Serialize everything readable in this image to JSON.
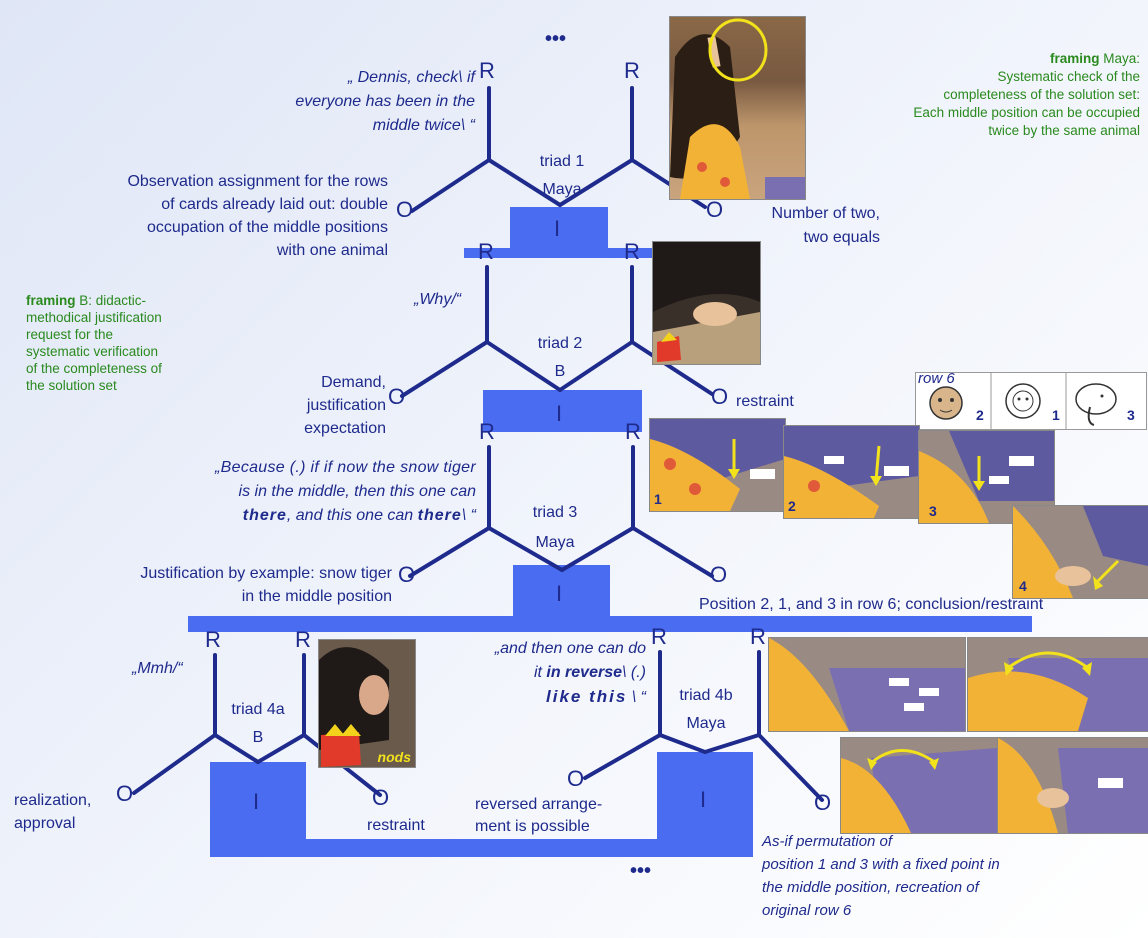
{
  "top_ellipsis": "•••",
  "bottom_ellipsis": "•••",
  "letters": {
    "R": "R",
    "O": "O",
    "I": "I"
  },
  "framing_maya": {
    "keyword": "framing",
    "person": " Maya:",
    "lines": [
      "Systematic check of the",
      "completeness of the solution set:",
      "Each middle position can be occupied",
      "twice by the same animal"
    ]
  },
  "framing_b": {
    "keyword": "framing",
    "person": " B: didactic-",
    "lines": [
      "methodical justification",
      "request for the",
      "systematic verification",
      "of the completeness of",
      "the solution set"
    ]
  },
  "triad1": {
    "name": "triad 1",
    "speaker": "Maya",
    "quote": [
      "„ Dennis, check\\ if",
      "everyone has been in the",
      "middle twice\\ “"
    ],
    "left": [
      "Observation assignment for the rows",
      "of cards already laid out: double",
      "occupation of the middle positions",
      "with one animal"
    ],
    "right": [
      "Number of two,",
      "two equals"
    ]
  },
  "triad2": {
    "name": "triad 2",
    "speaker": "B",
    "quote": "„Why/“",
    "left": [
      "Demand,",
      "justification",
      "expectation"
    ],
    "right": "restraint"
  },
  "triad3": {
    "name": "triad 3",
    "speaker": "Maya",
    "quote_line1": "„Because (.) if if now the snow tiger",
    "quote_line2": "is in the middle, then this one can",
    "quote_l3_a": "there",
    "quote_l3_b": ", and this one can ",
    "quote_l3_c": "there",
    "quote_l3_d": "\\ “",
    "left": [
      "Justification by example: snow tiger",
      "in the middle position"
    ],
    "right": "Position 2, 1, and 3 in row 6; conclusion/restraint"
  },
  "triad4a": {
    "name": "triad 4a",
    "speaker": "B",
    "quote": "„Mmh/“",
    "left": [
      "realization,",
      "approval"
    ],
    "right": "restraint",
    "photo_caption": "nods"
  },
  "triad4b": {
    "name": "triad 4b",
    "speaker": "Maya",
    "quote_l1": "„and then one can do",
    "quote_l2_a": "it ",
    "quote_l2_b": "in reverse",
    "quote_l2_c": "\\ (.)",
    "quote_l3_a": "like this",
    "quote_l3_b": " \\ “",
    "left": [
      "reversed arrange-",
      "ment is possible"
    ],
    "right": [
      "As-if permutation of",
      "position 1 and 3 with a fixed point in",
      "the middle position, recreation of",
      "original row 6"
    ]
  },
  "row6": {
    "label": "row 6",
    "numbers": [
      "2",
      "1",
      "3"
    ],
    "icons": [
      "snow-tiger-card-icon",
      "lion-card-icon",
      "elephant-card-icon"
    ]
  },
  "sequence_numbers": [
    "1",
    "2",
    "3",
    "4"
  ],
  "colors": {
    "diagram_blue": "#1e2a8c",
    "box_blue": "#4a6cf0",
    "framing_green": "#2a8a1e",
    "annotation_yellow": "#f2e21b"
  }
}
